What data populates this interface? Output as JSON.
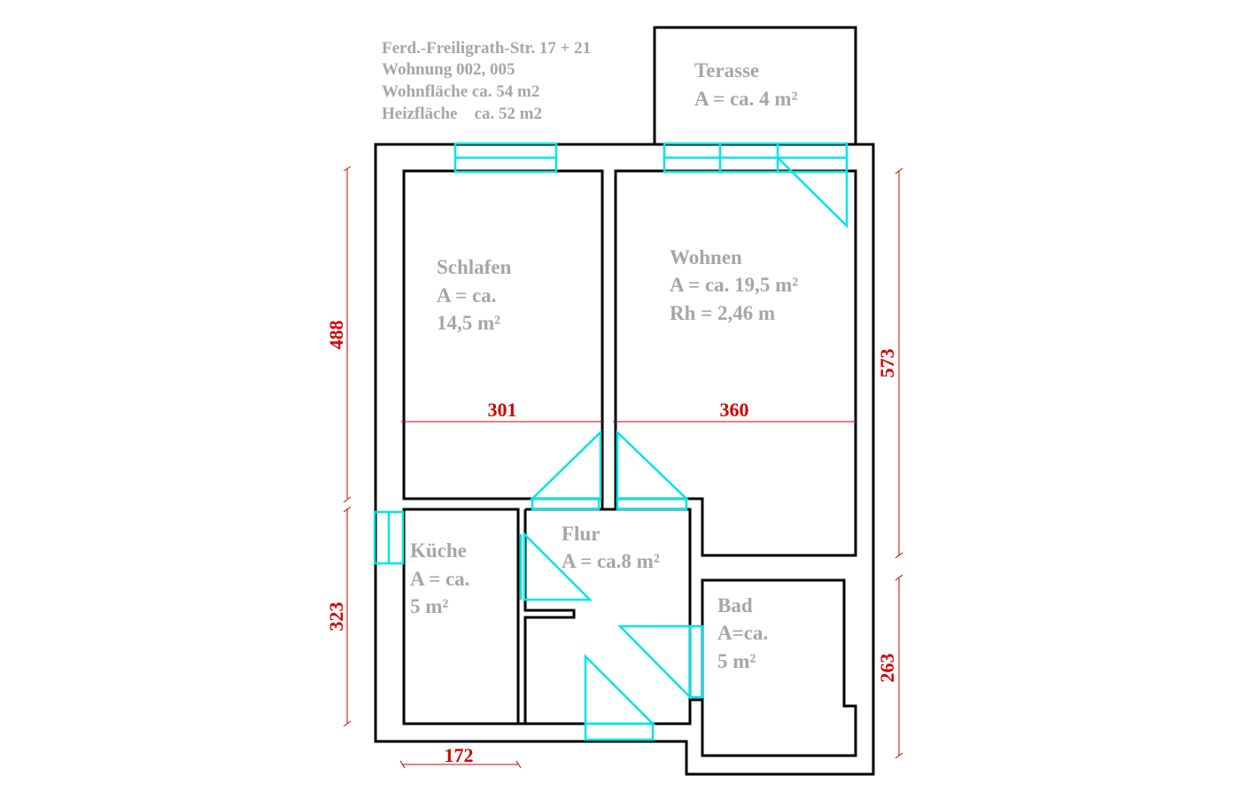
{
  "header_info": {
    "line1": "Ferd.-Freiligrath-Str. 17 + 21",
    "line2": "Wohnung 002, 005",
    "line3": "Wohnfläche ca. 54 m2",
    "line4": "Heizfläche    ca. 52 m2"
  },
  "rooms": {
    "terasse": {
      "name": "Terasse",
      "area": "A = ca. 4 m²"
    },
    "schlafen": {
      "name": "Schlafen",
      "area1": "A = ca.",
      "area2": "14,5 m²"
    },
    "wohnen": {
      "name": "Wohnen",
      "area": "A = ca. 19,5 m²",
      "height": "Rh = 2,46 m"
    },
    "kueche": {
      "name": "Küche",
      "area1": "A = ca.",
      "area2": "5 m²"
    },
    "flur": {
      "name": "Flur",
      "area": "A = ca.8 m²"
    },
    "bad": {
      "name": "Bad",
      "area1": "A=ca.",
      "area2": "5 m²"
    }
  },
  "dimensions": {
    "schlafen_width": "301",
    "wohnen_width": "360",
    "kueche_width": "172",
    "left_upper_height": "488",
    "left_lower_height": "323",
    "right_upper_height": "573",
    "right_lower_height": "263"
  },
  "colors": {
    "walls": "#000000",
    "windows_doors": "#00e5e5",
    "dimensions": "#d40000",
    "labels": "#a6a6a6"
  }
}
